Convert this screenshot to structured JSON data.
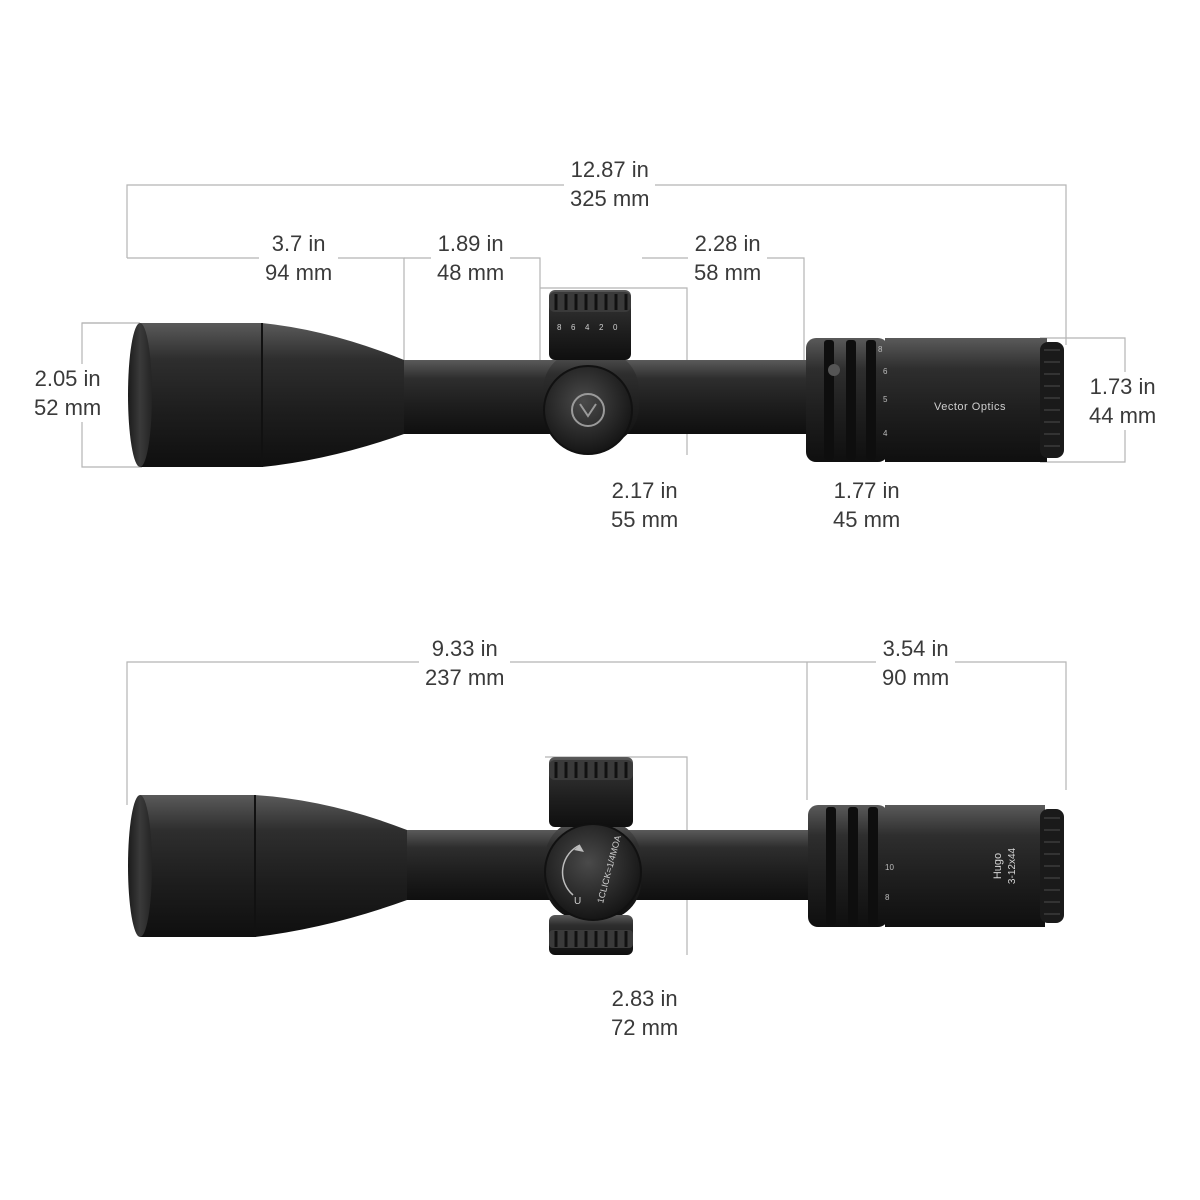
{
  "top_view": {
    "overall_length": {
      "imperial": "12.87 in",
      "metric": "325 mm"
    },
    "objective_bell_length": {
      "imperial": "3.7 in",
      "metric": "94 mm"
    },
    "front_tube_length": {
      "imperial": "1.89 in",
      "metric": "48 mm"
    },
    "rear_tube_length": {
      "imperial": "2.28 in",
      "metric": "58 mm"
    },
    "objective_diameter": {
      "imperial": "2.05 in",
      "metric": "52 mm"
    },
    "eyepiece_diameter": {
      "imperial": "1.73 in",
      "metric": "44 mm"
    },
    "turret_width": {
      "imperial": "2.17 in",
      "metric": "55 mm"
    },
    "power_ring_length": {
      "imperial": "1.77 in",
      "metric": "45 mm"
    },
    "brand_text": "Vector Optics",
    "turret_scale": [
      "8",
      "6",
      "4",
      "2",
      "0"
    ],
    "power_scale": [
      "8",
      "6",
      "5",
      "4"
    ]
  },
  "bottom_view": {
    "front_length": {
      "imperial": "9.33 in",
      "metric": "237 mm"
    },
    "eyepiece_length": {
      "imperial": "3.54 in",
      "metric": "90 mm"
    },
    "turret_height": {
      "imperial": "2.83 in",
      "metric": "72 mm"
    },
    "model_name": "Hugo",
    "model_spec": "3-12x44",
    "turret_direction": "U",
    "turret_click": "1CLICK=1/4MOA",
    "power_scale": [
      "10",
      "8"
    ]
  }
}
